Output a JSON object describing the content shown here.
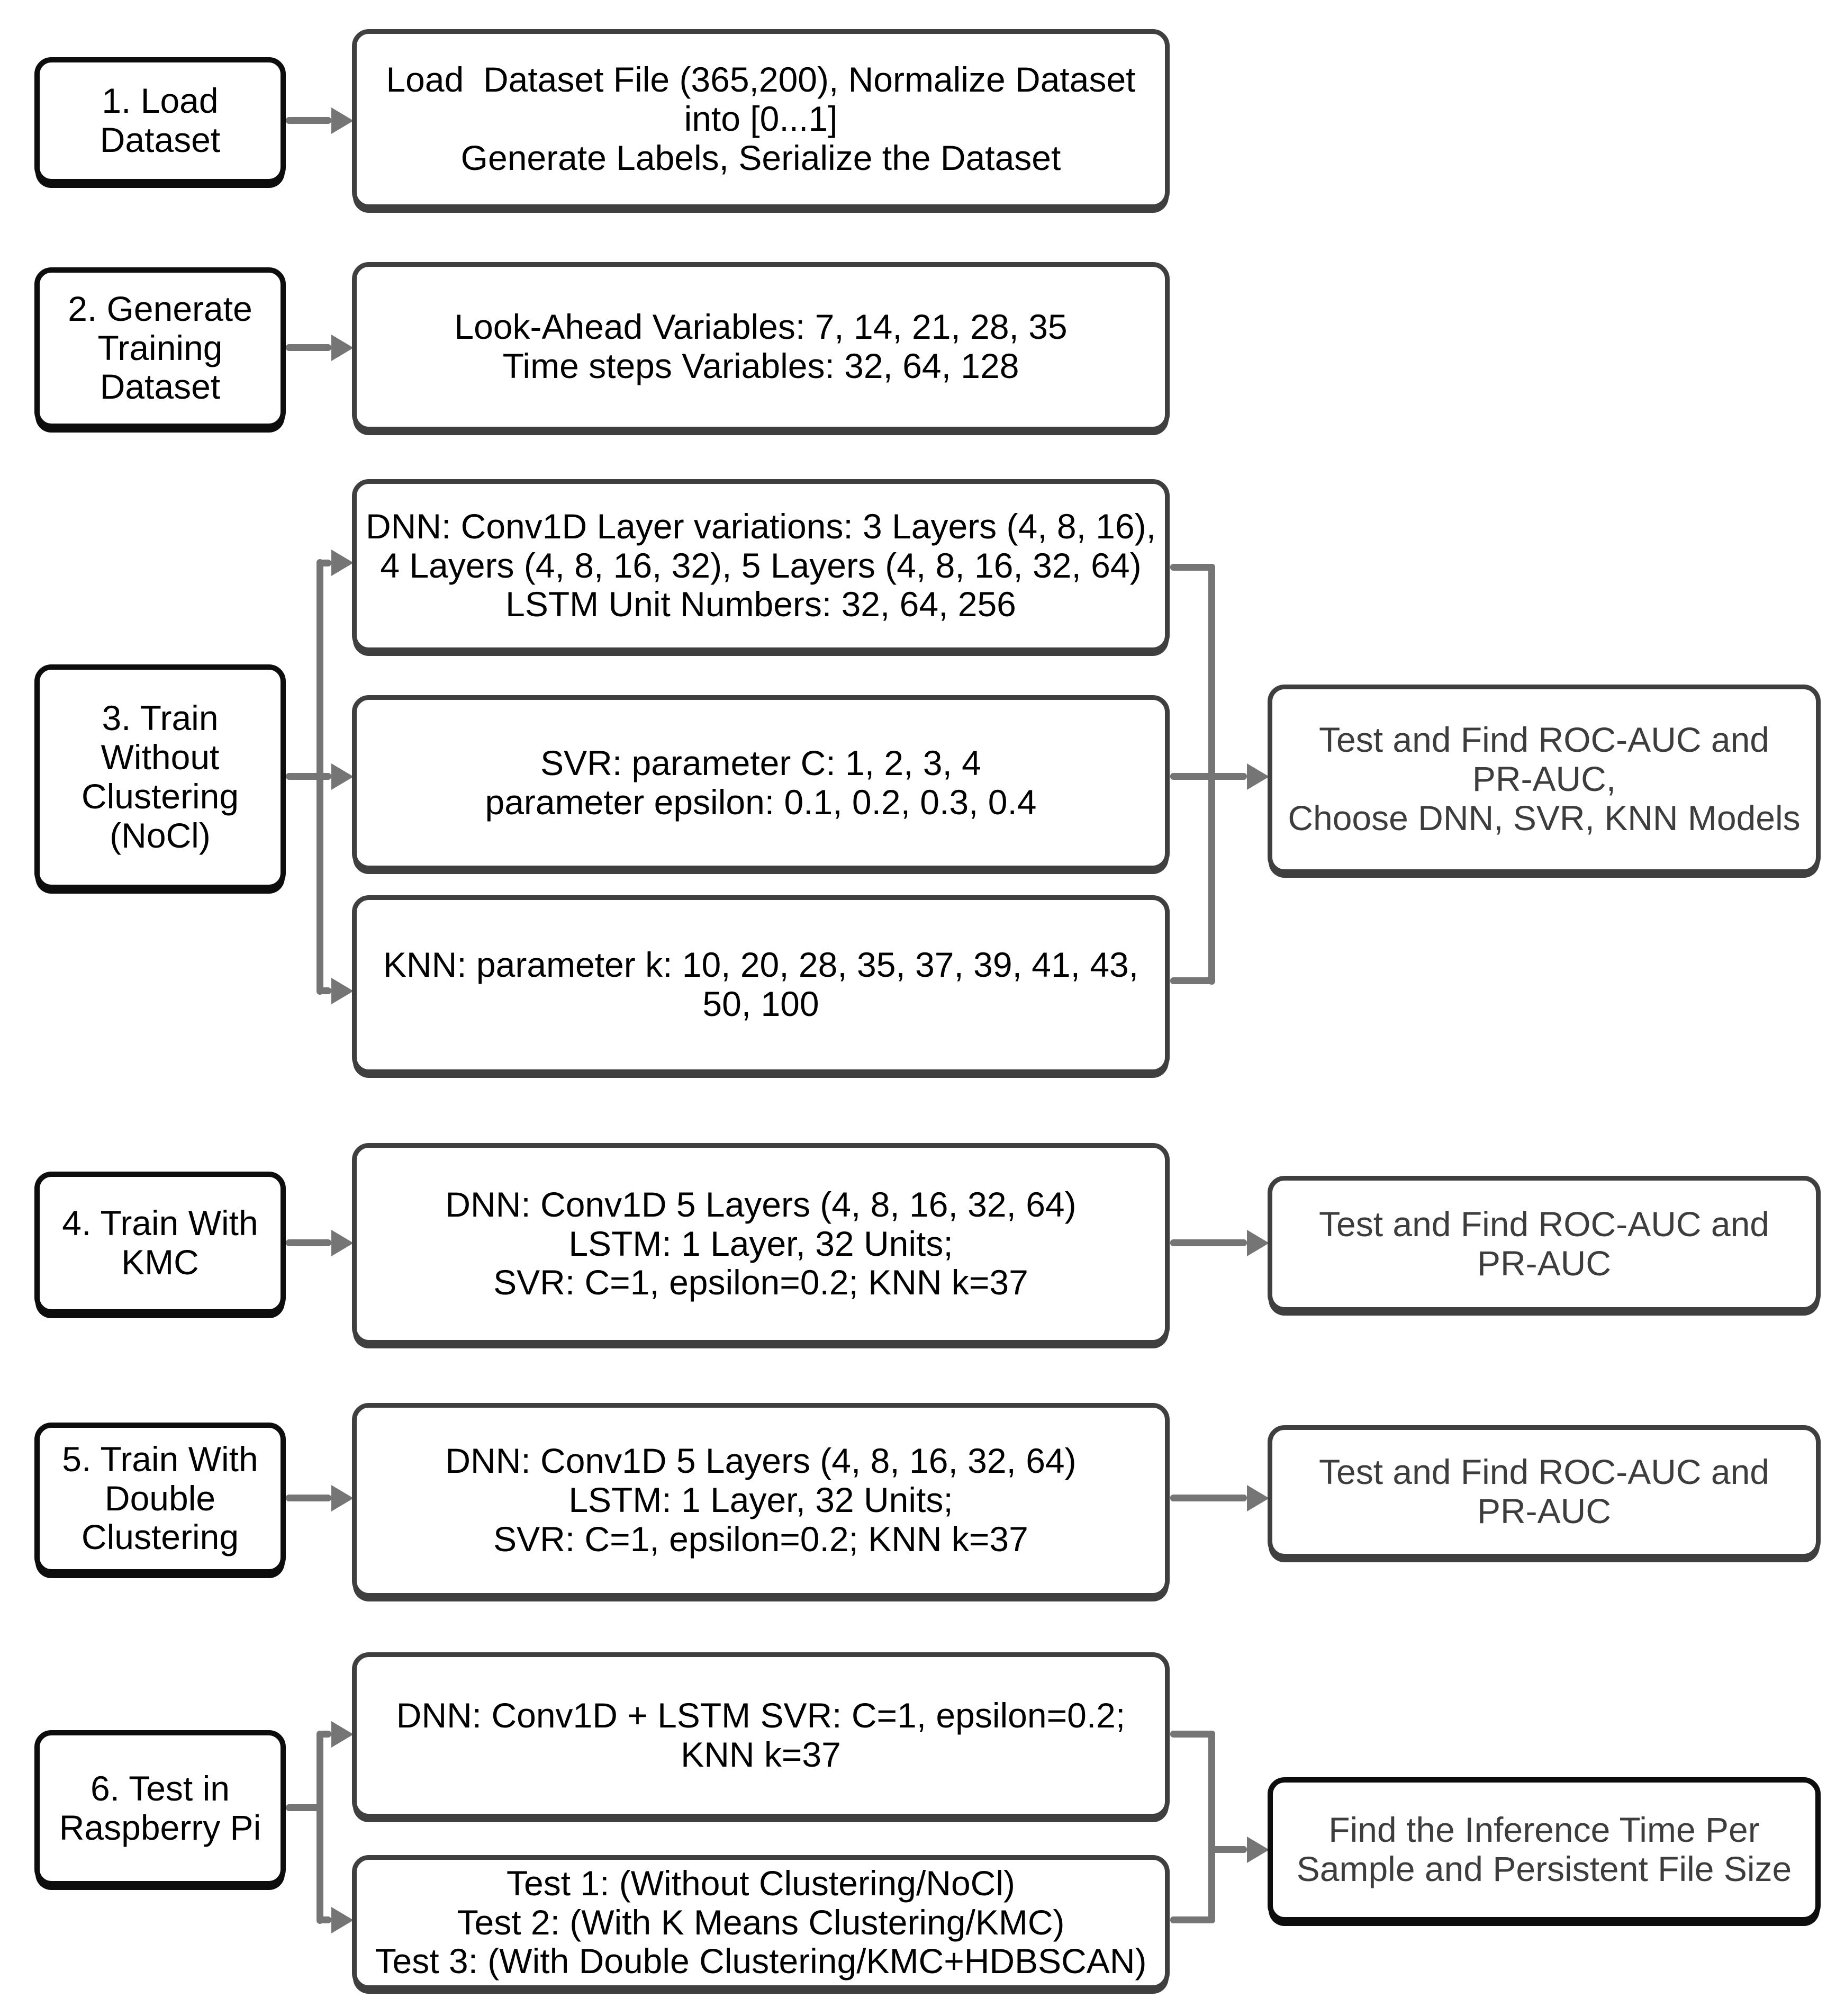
{
  "diagram_title": "ML training and edge-testing pipeline flowchart",
  "colors": {
    "background": "#ffffff",
    "connector": "#757575",
    "step_box_border": "#0d0d0d",
    "detail_box_border": "#3f3f3f",
    "text": "#000000",
    "result_text": "#3d3d3d"
  },
  "nodes": {
    "step1": {
      "lines": [
        "1. Load",
        "Dataset"
      ]
    },
    "step1_detail": {
      "lines": [
        "Load  Dataset File (365,200), Normalize Dataset",
        "into [0...1]",
        "Generate Labels, Serialize the Dataset"
      ]
    },
    "step2": {
      "lines": [
        "2. Generate",
        "Training",
        "Dataset"
      ]
    },
    "step2_detail": {
      "lines": [
        "Look-Ahead Variables: 7, 14, 21, 28, 35",
        "Time steps Variables: 32, 64, 128"
      ]
    },
    "step3": {
      "lines": [
        "3. Train",
        "Without",
        "Clustering",
        "(NoCl)"
      ]
    },
    "step3_dnn": {
      "lines": [
        "DNN: Conv1D Layer variations: 3 Layers (4, 8, 16),",
        "4 Layers (4, 8, 16, 32), 5 Layers (4, 8, 16, 32, 64)",
        "LSTM Unit Numbers: 32, 64, 256"
      ]
    },
    "step3_svr": {
      "lines": [
        "SVR: parameter C: 1, 2, 3, 4",
        "parameter epsilon: 0.1, 0.2, 0.3, 0.4"
      ]
    },
    "step3_knn": {
      "lines": [
        "KNN: parameter k: 10, 20, 28, 35, 37, 39, 41, 43,",
        "50, 100"
      ]
    },
    "step3_result": {
      "lines": [
        "Test and Find ROC-AUC and",
        "PR-AUC,",
        "Choose DNN, SVR, KNN Models"
      ]
    },
    "step4": {
      "lines": [
        "4. Train With",
        "KMC"
      ]
    },
    "step4_detail": {
      "lines": [
        "DNN: Conv1D 5 Layers (4, 8, 16, 32, 64)",
        "LSTM: 1 Layer, 32 Units;",
        "SVR: C=1, epsilon=0.2; KNN k=37"
      ]
    },
    "step4_result": {
      "lines": [
        "Test and Find ROC-AUC and",
        "PR-AUC"
      ]
    },
    "step5": {
      "lines": [
        "5. Train With",
        "Double",
        "Clustering"
      ]
    },
    "step5_detail": {
      "lines": [
        "DNN: Conv1D 5 Layers (4, 8, 16, 32, 64)",
        "LSTM: 1 Layer, 32 Units;",
        "SVR: C=1, epsilon=0.2; KNN k=37"
      ]
    },
    "step5_result": {
      "lines": [
        "Test and Find ROC-AUC and",
        "PR-AUC"
      ]
    },
    "step6": {
      "lines": [
        "6. Test in",
        "Raspberry Pi"
      ]
    },
    "step6_models": {
      "lines": [
        "DNN: Conv1D + LSTM SVR: C=1, epsilon=0.2;",
        "KNN k=37"
      ]
    },
    "step6_tests": {
      "lines": [
        "Test 1: (Without Clustering/NoCl)",
        "Test 2: (With K Means Clustering/KMC)",
        "Test 3: (With Double Clustering/KMC+HDBSCAN)"
      ]
    },
    "step6_result": {
      "lines": [
        "Find the Inference Time Per",
        "Sample and Persistent File Size"
      ]
    }
  }
}
